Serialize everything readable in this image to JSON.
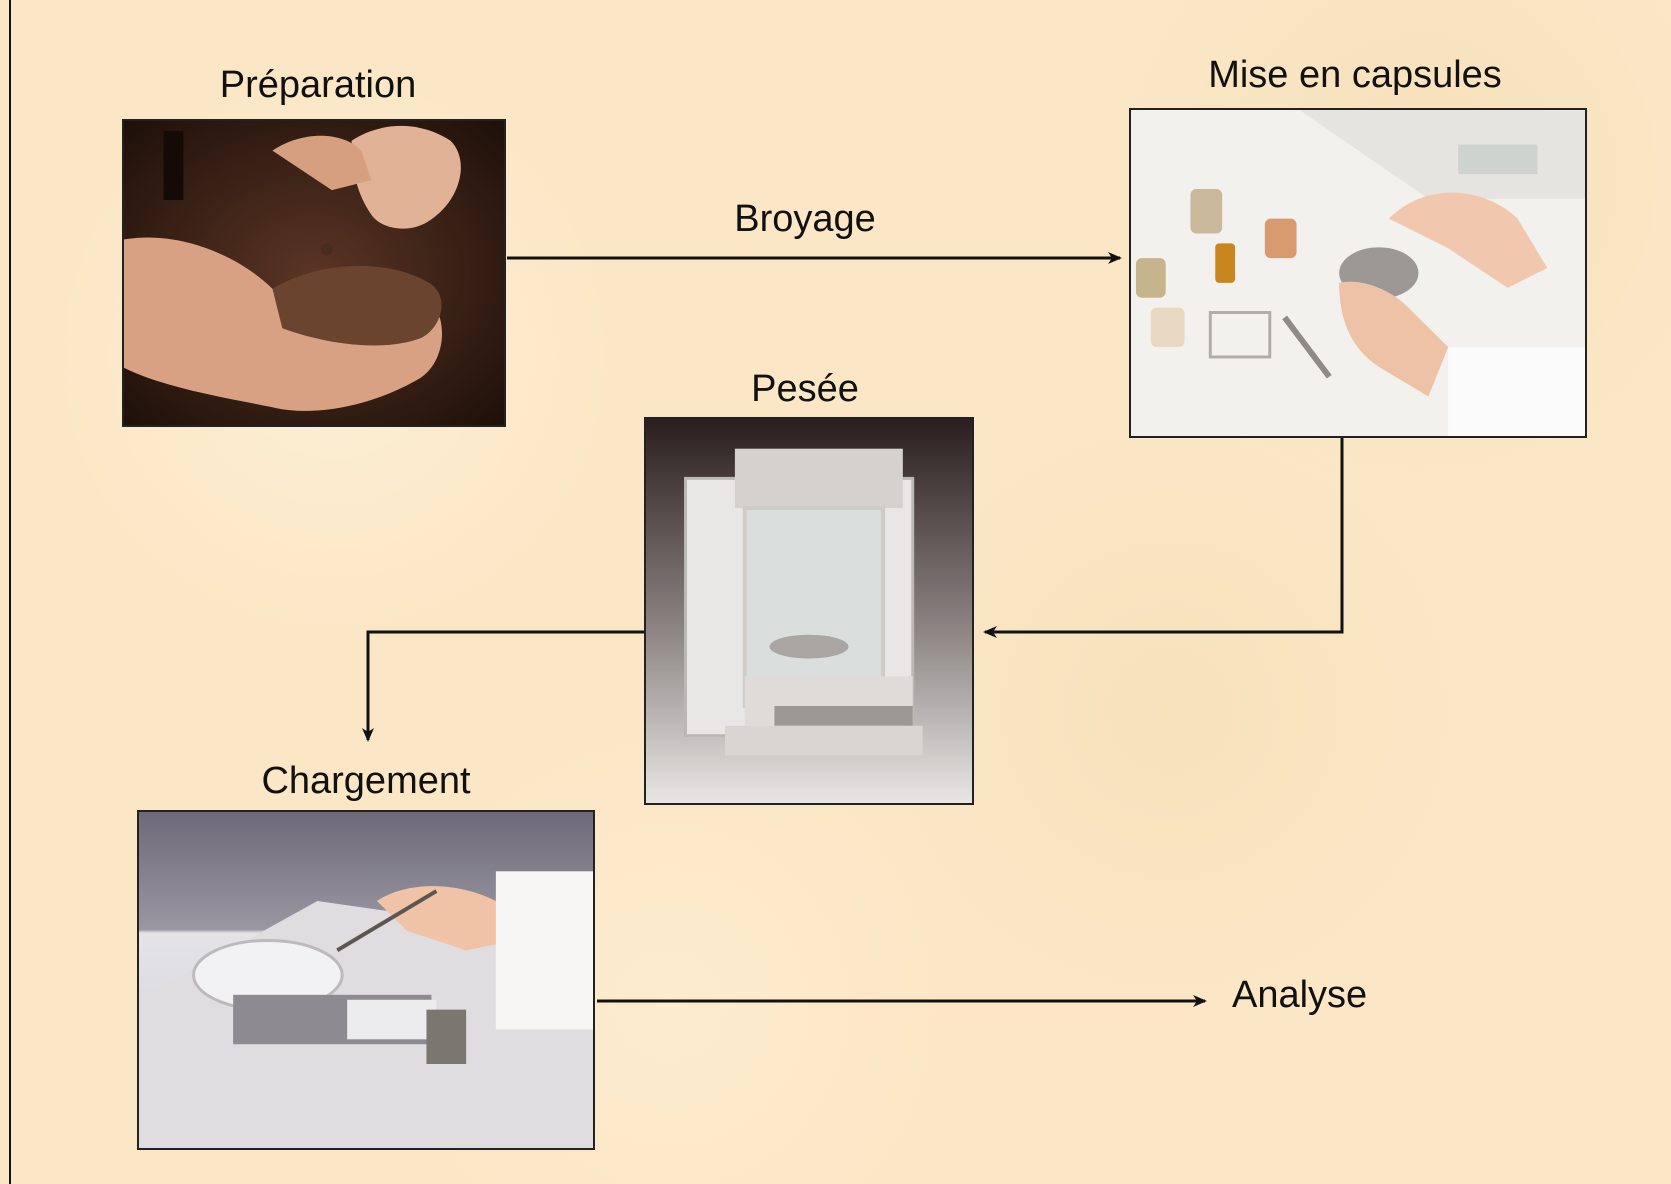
{
  "steps": {
    "preparation": {
      "title": "Préparation"
    },
    "capsules": {
      "title": "Mise en capsules"
    },
    "pesee": {
      "title": "Pesée"
    },
    "chargement": {
      "title": "Chargement"
    }
  },
  "edges": {
    "broyage": "Broyage",
    "analyse": "Analyse"
  },
  "colors": {
    "background": "#fbe7c6",
    "arrow": "#111111"
  }
}
